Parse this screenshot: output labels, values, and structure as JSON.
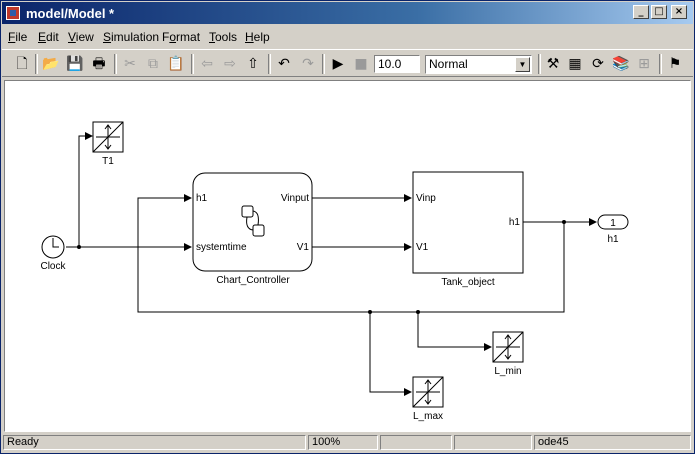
{
  "window": {
    "title": "model/Model *"
  },
  "menu": [
    "File",
    "Edit",
    "View",
    "Simulation",
    "Format",
    "Tools",
    "Help"
  ],
  "menu_underline": [
    "F",
    "E",
    "V",
    "S",
    "o",
    "T",
    "H"
  ],
  "toolbar": {
    "stop_time": "10.0",
    "sim_mode": "Normal"
  },
  "diagram": {
    "clock_label": "Clock",
    "scope_t1_label": "T1",
    "chart_label": "Chart_Controller",
    "chart_port_h1": "h1",
    "chart_port_systemtime": "systemtime",
    "chart_port_vinput": "Vinput",
    "chart_port_v1": "V1",
    "tank_label": "Tank_object",
    "tank_port_vinp": "Vinp",
    "tank_port_v1": "V1",
    "tank_port_h1": "h1",
    "outport_number": "1",
    "outport_label": "h1",
    "scope_lmin_label": "L_min",
    "scope_lmax_label": "L_max"
  },
  "status": {
    "state": "Ready",
    "zoom": "100%",
    "panel3": "",
    "panel4": "",
    "solver": "ode45"
  }
}
